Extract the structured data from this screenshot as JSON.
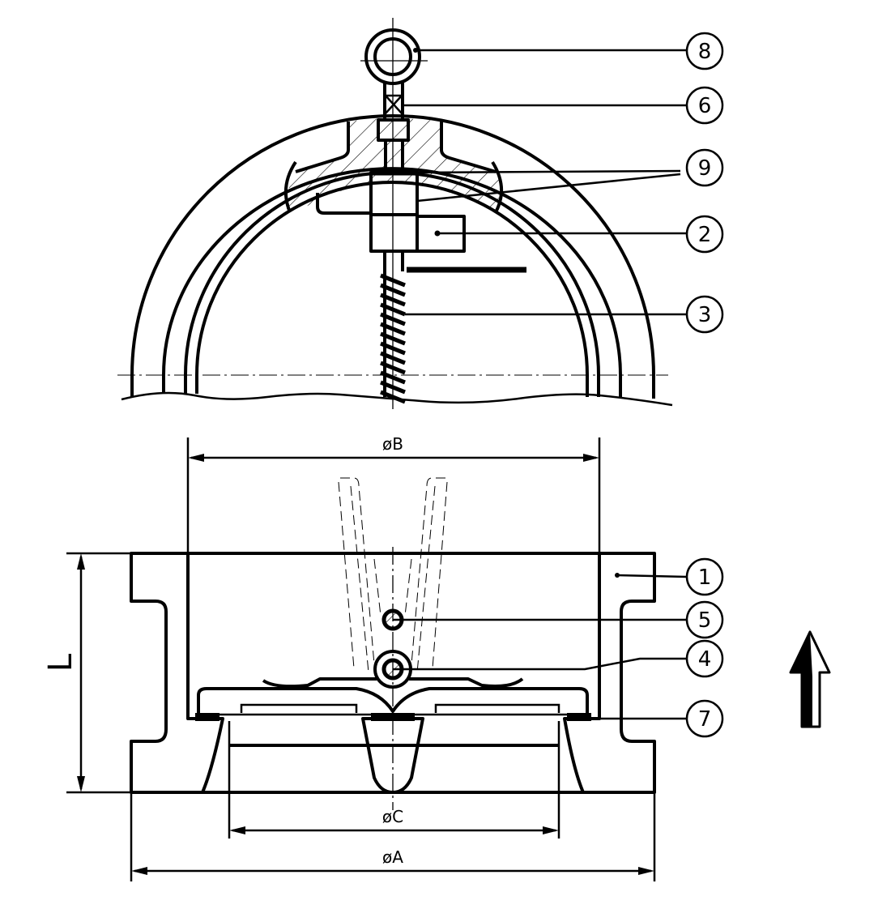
{
  "callouts": [
    {
      "id": "8",
      "label": "8"
    },
    {
      "id": "6",
      "label": "6"
    },
    {
      "id": "9",
      "label": "9"
    },
    {
      "id": "2",
      "label": "2"
    },
    {
      "id": "3",
      "label": "3"
    },
    {
      "id": "1",
      "label": "1"
    },
    {
      "id": "5",
      "label": "5"
    },
    {
      "id": "4",
      "label": "4"
    },
    {
      "id": "7",
      "label": "7"
    }
  ],
  "dimensions": {
    "B": "øB",
    "C": "øC",
    "A": "øA",
    "L": "L"
  },
  "colors": {
    "line": "#000000",
    "background": "#ffffff"
  }
}
